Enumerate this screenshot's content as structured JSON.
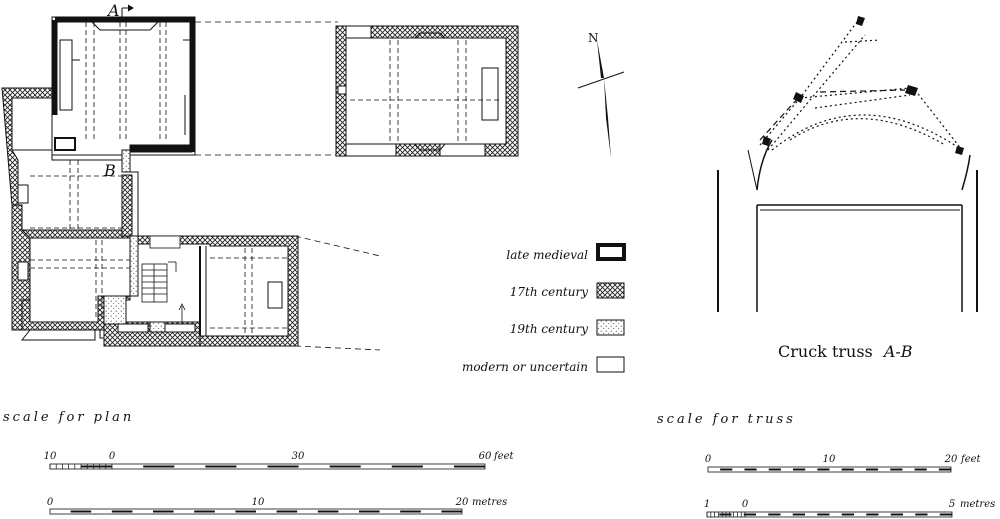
{
  "plan": {
    "section_a": "A",
    "section_b": "B",
    "north": "N"
  },
  "legend": {
    "items": [
      {
        "label": "late medieval",
        "swatch": "thick"
      },
      {
        "label": "17th century",
        "swatch": "cross-hatch"
      },
      {
        "label": "19th century",
        "swatch": "stipple"
      },
      {
        "label": "modern or uncertain",
        "swatch": "plain"
      }
    ]
  },
  "truss": {
    "caption_prefix": "Cruck truss",
    "caption_section": "A-B"
  },
  "scales": {
    "plan": {
      "title": "scale for plan",
      "feet_ticks": [
        "10",
        "0",
        "30",
        "60"
      ],
      "feet_unit": "feet",
      "metres_ticks": [
        "0",
        "10",
        "20"
      ],
      "metres_unit": "metres"
    },
    "truss": {
      "title": "scale for truss",
      "feet_ticks": [
        "0",
        "10",
        "20"
      ],
      "feet_unit": "feet",
      "metres_ticks": [
        "1",
        "0",
        "5"
      ],
      "metres_unit": "metres"
    }
  },
  "colors": {
    "ink": "#111111",
    "paper": "#ffffff"
  }
}
